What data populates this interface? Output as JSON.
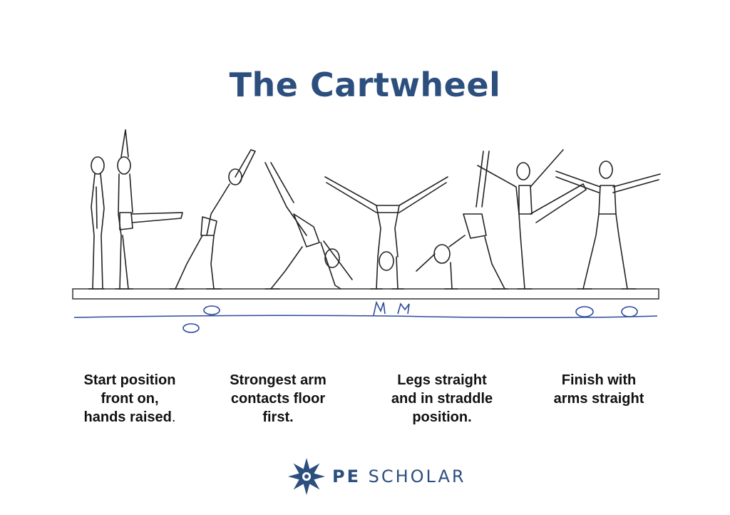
{
  "title": "The Cartwheel",
  "captions": [
    {
      "lines": [
        "Start position",
        "front on,",
        "hands raised"
      ],
      "trail": "."
    },
    {
      "lines": [
        "Strongest arm",
        "contacts floor",
        "first."
      ],
      "trail": ""
    },
    {
      "lines": [
        "Legs straight",
        "and in straddle",
        "position."
      ],
      "trail": ""
    },
    {
      "lines": [
        "Finish with",
        "arms straight"
      ],
      "trail": ""
    }
  ],
  "brand": {
    "pe": "PE",
    "scholar": "SCHOLAR"
  },
  "colors": {
    "title": "#2c4f7e",
    "ink": "#222222",
    "footprints": "#2f4a9a",
    "brand": "#2c4f7e"
  }
}
